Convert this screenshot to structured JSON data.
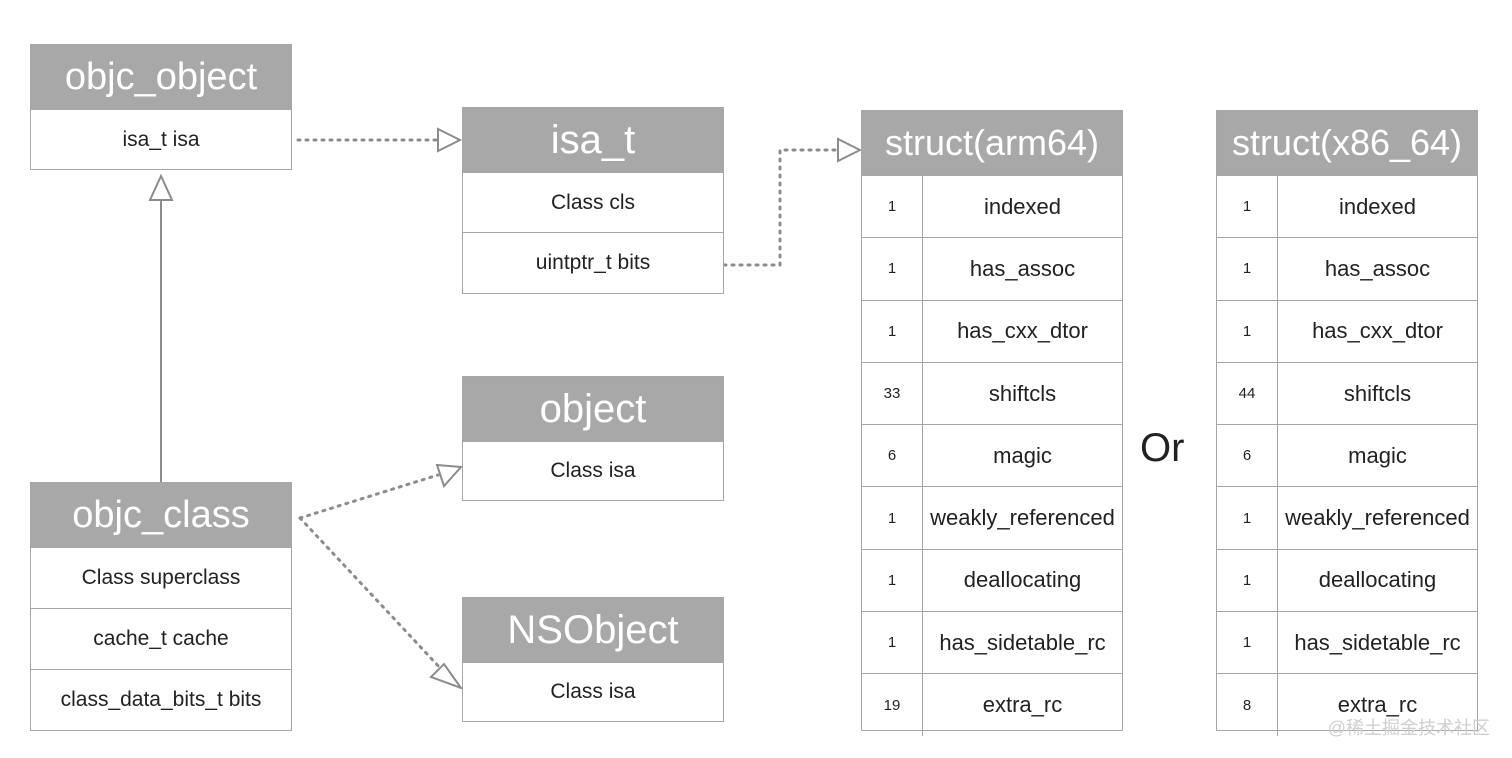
{
  "objc_object": {
    "title": "objc_object",
    "rows": [
      "isa_t isa"
    ]
  },
  "objc_class": {
    "title": "objc_class",
    "rows": [
      "Class superclass",
      "cache_t cache",
      "class_data_bits_t bits"
    ]
  },
  "isa_t": {
    "title": "isa_t",
    "rows": [
      "Class cls",
      "uintptr_t bits"
    ]
  },
  "object": {
    "title": "object",
    "rows": [
      "Class isa"
    ]
  },
  "nsobject": {
    "title": "NSObject",
    "rows": [
      "Class isa"
    ]
  },
  "struct_arm64": {
    "title": "struct(arm64)",
    "fields": [
      {
        "bits": "1",
        "name": "indexed"
      },
      {
        "bits": "1",
        "name": "has_assoc"
      },
      {
        "bits": "1",
        "name": "has_cxx_dtor"
      },
      {
        "bits": "33",
        "name": "shiftcls"
      },
      {
        "bits": "6",
        "name": "magic"
      },
      {
        "bits": "1",
        "name": "weakly_referenced"
      },
      {
        "bits": "1",
        "name": "deallocating"
      },
      {
        "bits": "1",
        "name": "has_sidetable_rc"
      },
      {
        "bits": "19",
        "name": "extra_rc"
      }
    ]
  },
  "struct_x86_64": {
    "title": "struct(x86_64)",
    "fields": [
      {
        "bits": "1",
        "name": "indexed"
      },
      {
        "bits": "1",
        "name": "has_assoc"
      },
      {
        "bits": "1",
        "name": "has_cxx_dtor"
      },
      {
        "bits": "44",
        "name": "shiftcls"
      },
      {
        "bits": "6",
        "name": "magic"
      },
      {
        "bits": "1",
        "name": "weakly_referenced"
      },
      {
        "bits": "1",
        "name": "deallocating"
      },
      {
        "bits": "1",
        "name": "has_sidetable_rc"
      },
      {
        "bits": "8",
        "name": "extra_rc"
      }
    ]
  },
  "or_label": "Or",
  "watermark": "@稀土掘金技术社区",
  "colors": {
    "header": "#a8a8a8",
    "border": "#a6a6a6",
    "connector": "#8c8c8c",
    "text": "#222222"
  }
}
